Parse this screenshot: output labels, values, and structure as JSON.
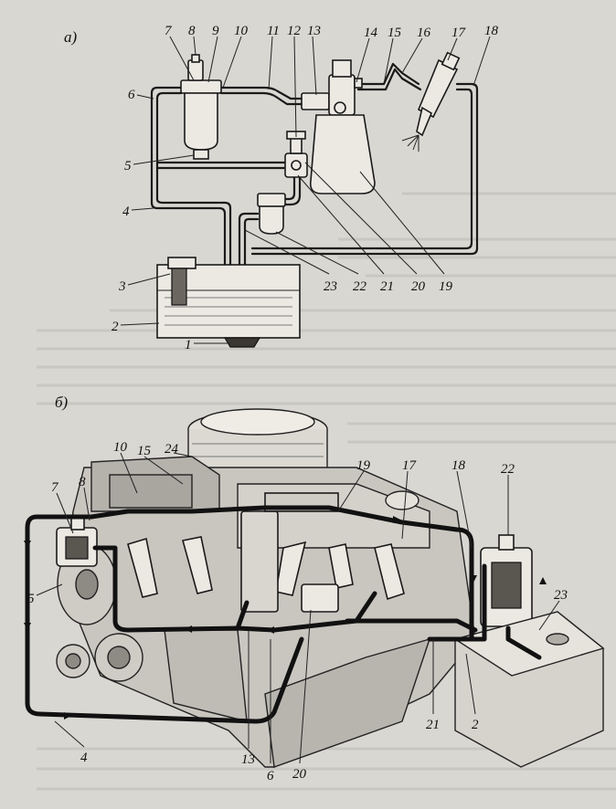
{
  "diagram": {
    "section_a": "а)",
    "section_b": "б)",
    "labels_a": {
      "l1": "1",
      "l2": "2",
      "l3": "3",
      "l4": "4",
      "l5": "5",
      "l6": "6",
      "l7": "7",
      "l8": "8",
      "l9": "9",
      "l10": "10",
      "l11": "11",
      "l12": "12",
      "l13": "13",
      "l14": "14",
      "l15": "15",
      "l16": "16",
      "l17": "17",
      "l18": "18",
      "l19": "19",
      "l20": "20",
      "l21": "21",
      "l22": "22",
      "l23": "23"
    },
    "labels_b": {
      "l2": "2",
      "l4": "4",
      "l5": "5",
      "l6": "6",
      "l7": "7",
      "l8": "8",
      "l10": "10",
      "l13": "13",
      "l15": "15",
      "l17": "17",
      "l18": "18",
      "l19": "19",
      "l20": "20",
      "l21": "21",
      "l22": "22",
      "l23": "23",
      "l24": "24"
    }
  }
}
